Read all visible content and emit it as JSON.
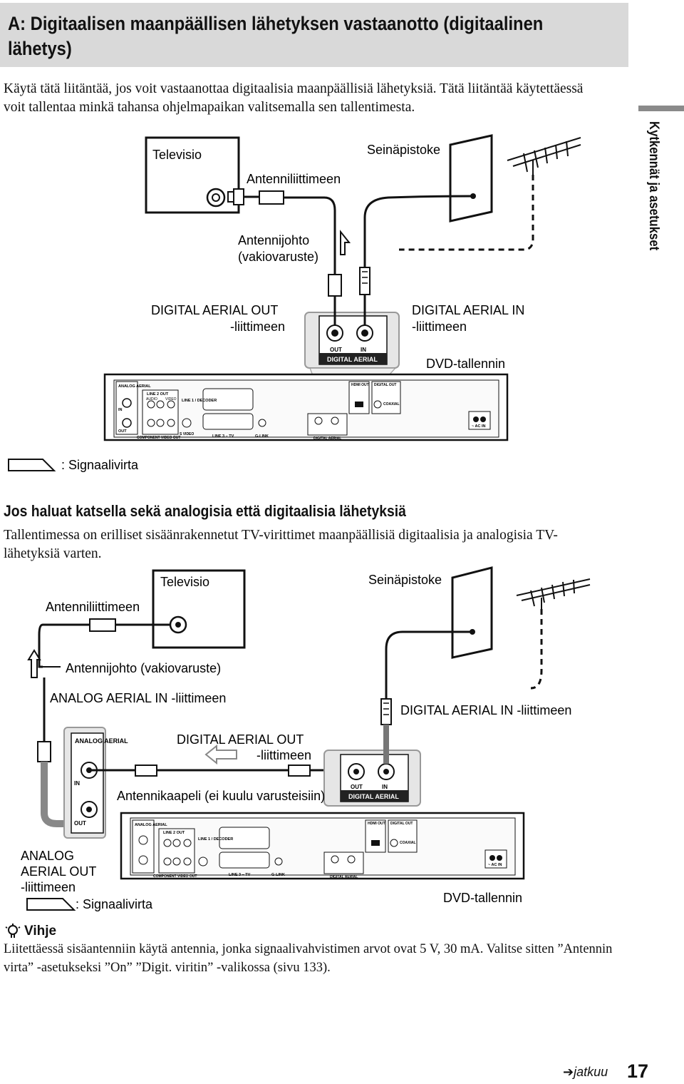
{
  "title": "A: Digitaalisen maanpäällisen lähetyksen vastaanotto (digitaalinen lähetys)",
  "side_tab": "Kytkennät ja asetukset",
  "intro": "Käytä tätä liitäntää, jos voit vastaanottaa digitaalisia maanpäällisiä lähetyksiä. Tätä liitäntää käytettäessä voit tallentaa minkä tahansa ohjelmapaikan valitsemalla sen tallentimesta.",
  "diagram1": {
    "tv": "Televisio",
    "wall": "Seinäpistoke",
    "antenna_in": "Antenniliittimeen",
    "cable1": "Antennijohto",
    "cable2": "(vakiovaruste)",
    "out1": "DIGITAL AERIAL OUT",
    "out2": "-liittimeen",
    "in1": "DIGITAL AERIAL IN",
    "in2": "-liittimeen",
    "recorder": "DVD-tallennin",
    "port_out": "OUT",
    "port_in": "IN",
    "port_group": "DIGITAL AERIAL",
    "legend": ": Signaalivirta"
  },
  "section2": {
    "heading": "Jos haluat katsella sekä analogisia että digitaalisia lähetyksiä",
    "text": "Tallentimessa on erilliset sisäänrakennetut TV-virittimet maanpäällisiä digitaalisia ja analogisia TV-lähetyksiä varten."
  },
  "diagram2": {
    "tv": "Televisio",
    "wall": "Seinäpistoke",
    "antenna_in": "Antenniliittimeen",
    "cable": "Antennijohto (vakiovaruste)",
    "analog_in": "ANALOG AERIAL IN -liittimeen",
    "digital_in": "DIGITAL AERIAL IN -liittimeen",
    "digital_out1": "DIGITAL AERIAL OUT",
    "digital_out2": "-liittimeen",
    "ext_cable": "Antennikaapeli (ei kuulu varusteisiin)",
    "analog_out1": "ANALOG",
    "analog_out2": "AERIAL OUT",
    "analog_out3": "-liittimeen",
    "legend": ": Signaalivirta",
    "recorder": "DVD-tallennin",
    "port_analog": "ANALOG AERIAL",
    "port_in": "IN",
    "port_out": "OUT"
  },
  "tip": {
    "heading": "Vihje",
    "text": "Liitettäessä sisäantenniin käytä antennia, jonka signaalivahvistimen arvot ovat 5 V, 30 mA. Valitse sitten ”Antennin virta” -asetukseksi ”On” ”Digit. viritin” -valikossa (sivu 133)."
  },
  "footer": {
    "continue": "jatkuu",
    "page": "17"
  },
  "recorder_panel": {
    "analog_aerial": "ANALOG AERIAL",
    "line2_out": "LINE 2 OUT",
    "audio": "AUDIO",
    "video": "VIDEO",
    "line1": "LINE 1 / DECODER",
    "component": "COMPONENT VIDEO OUT",
    "svideo": "S VIDEO",
    "line3": "LINE 3 – TV",
    "glink": "G-LINK",
    "hdmi": "HDMI OUT",
    "digital_out": "DIGITAL OUT",
    "coaxial": "COAXIAL",
    "acin": "~ AC IN",
    "digital_aerial": "DIGITAL AERIAL",
    "in": "IN",
    "out": "OUT"
  }
}
